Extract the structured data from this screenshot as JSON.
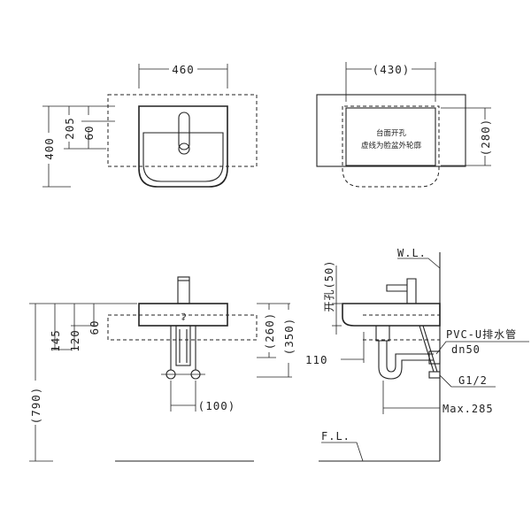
{
  "top_view": {
    "width_dim": "460",
    "dim_205": "205",
    "dim_60": "60",
    "dim_400": "400"
  },
  "counter_view": {
    "width_dim": "(430)",
    "depth_dim": "(280)",
    "note_line1": "台面开孔",
    "note_line2": "虚线为脸盆外轮廓"
  },
  "front_view": {
    "dim_790": "(790)",
    "dim_145": "145",
    "dim_120": "120",
    "dim_60": "60",
    "dim_260": "(260)",
    "dim_350": "(350)",
    "dim_100": "(100)"
  },
  "side_view": {
    "wall_label": "W.L.",
    "floor_label": "F.L.",
    "hole_label": "开孔(50)",
    "pipe_label": "PVC-U排水管",
    "pipe_size": "dn50",
    "dim_110": "110",
    "thread_label": "G1/2",
    "max_label": "Max.285"
  }
}
